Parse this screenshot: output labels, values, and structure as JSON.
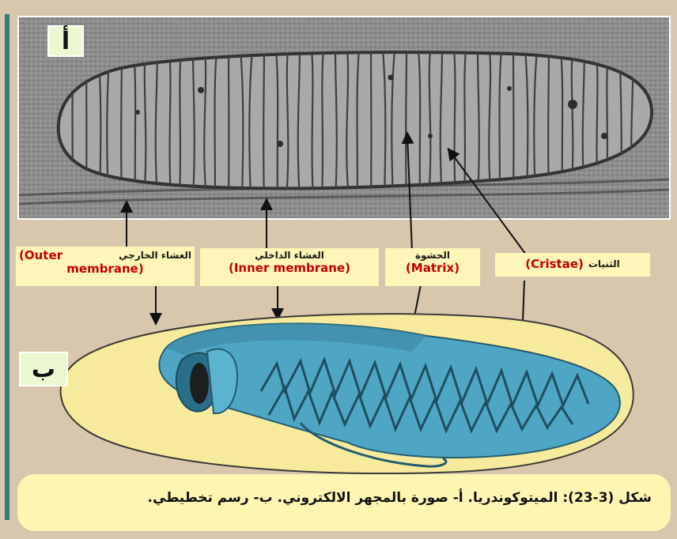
{
  "panels": {
    "a_label": "أ",
    "b_label": "ب"
  },
  "labels": {
    "outer": {
      "arabic": "الغشاء الخارجي",
      "english_1": "(Outer",
      "english_2": "membrane)"
    },
    "inner": {
      "arabic": "الغشاء الداخلي",
      "english": "(Inner membrane)"
    },
    "matrix": {
      "arabic": "الحشوة",
      "english": "(Matrix)"
    },
    "cristae": {
      "arabic": "الثنيات",
      "english": "(Cristae)"
    }
  },
  "caption": "شكل (3-23): الميتوكوندريا. أ- صورة بالمجهر الالكتروني. ب- رسم تخطيطي.",
  "colors": {
    "background": "#d9c7ad",
    "label_text": "#c00000",
    "label_bg": "#fff5b8",
    "membrane_yellow": "#f6eb9c",
    "inner_blue": "#4fa6c4",
    "caption_bg": "#fdf6b3",
    "accent_bar": "#2f7f78"
  }
}
